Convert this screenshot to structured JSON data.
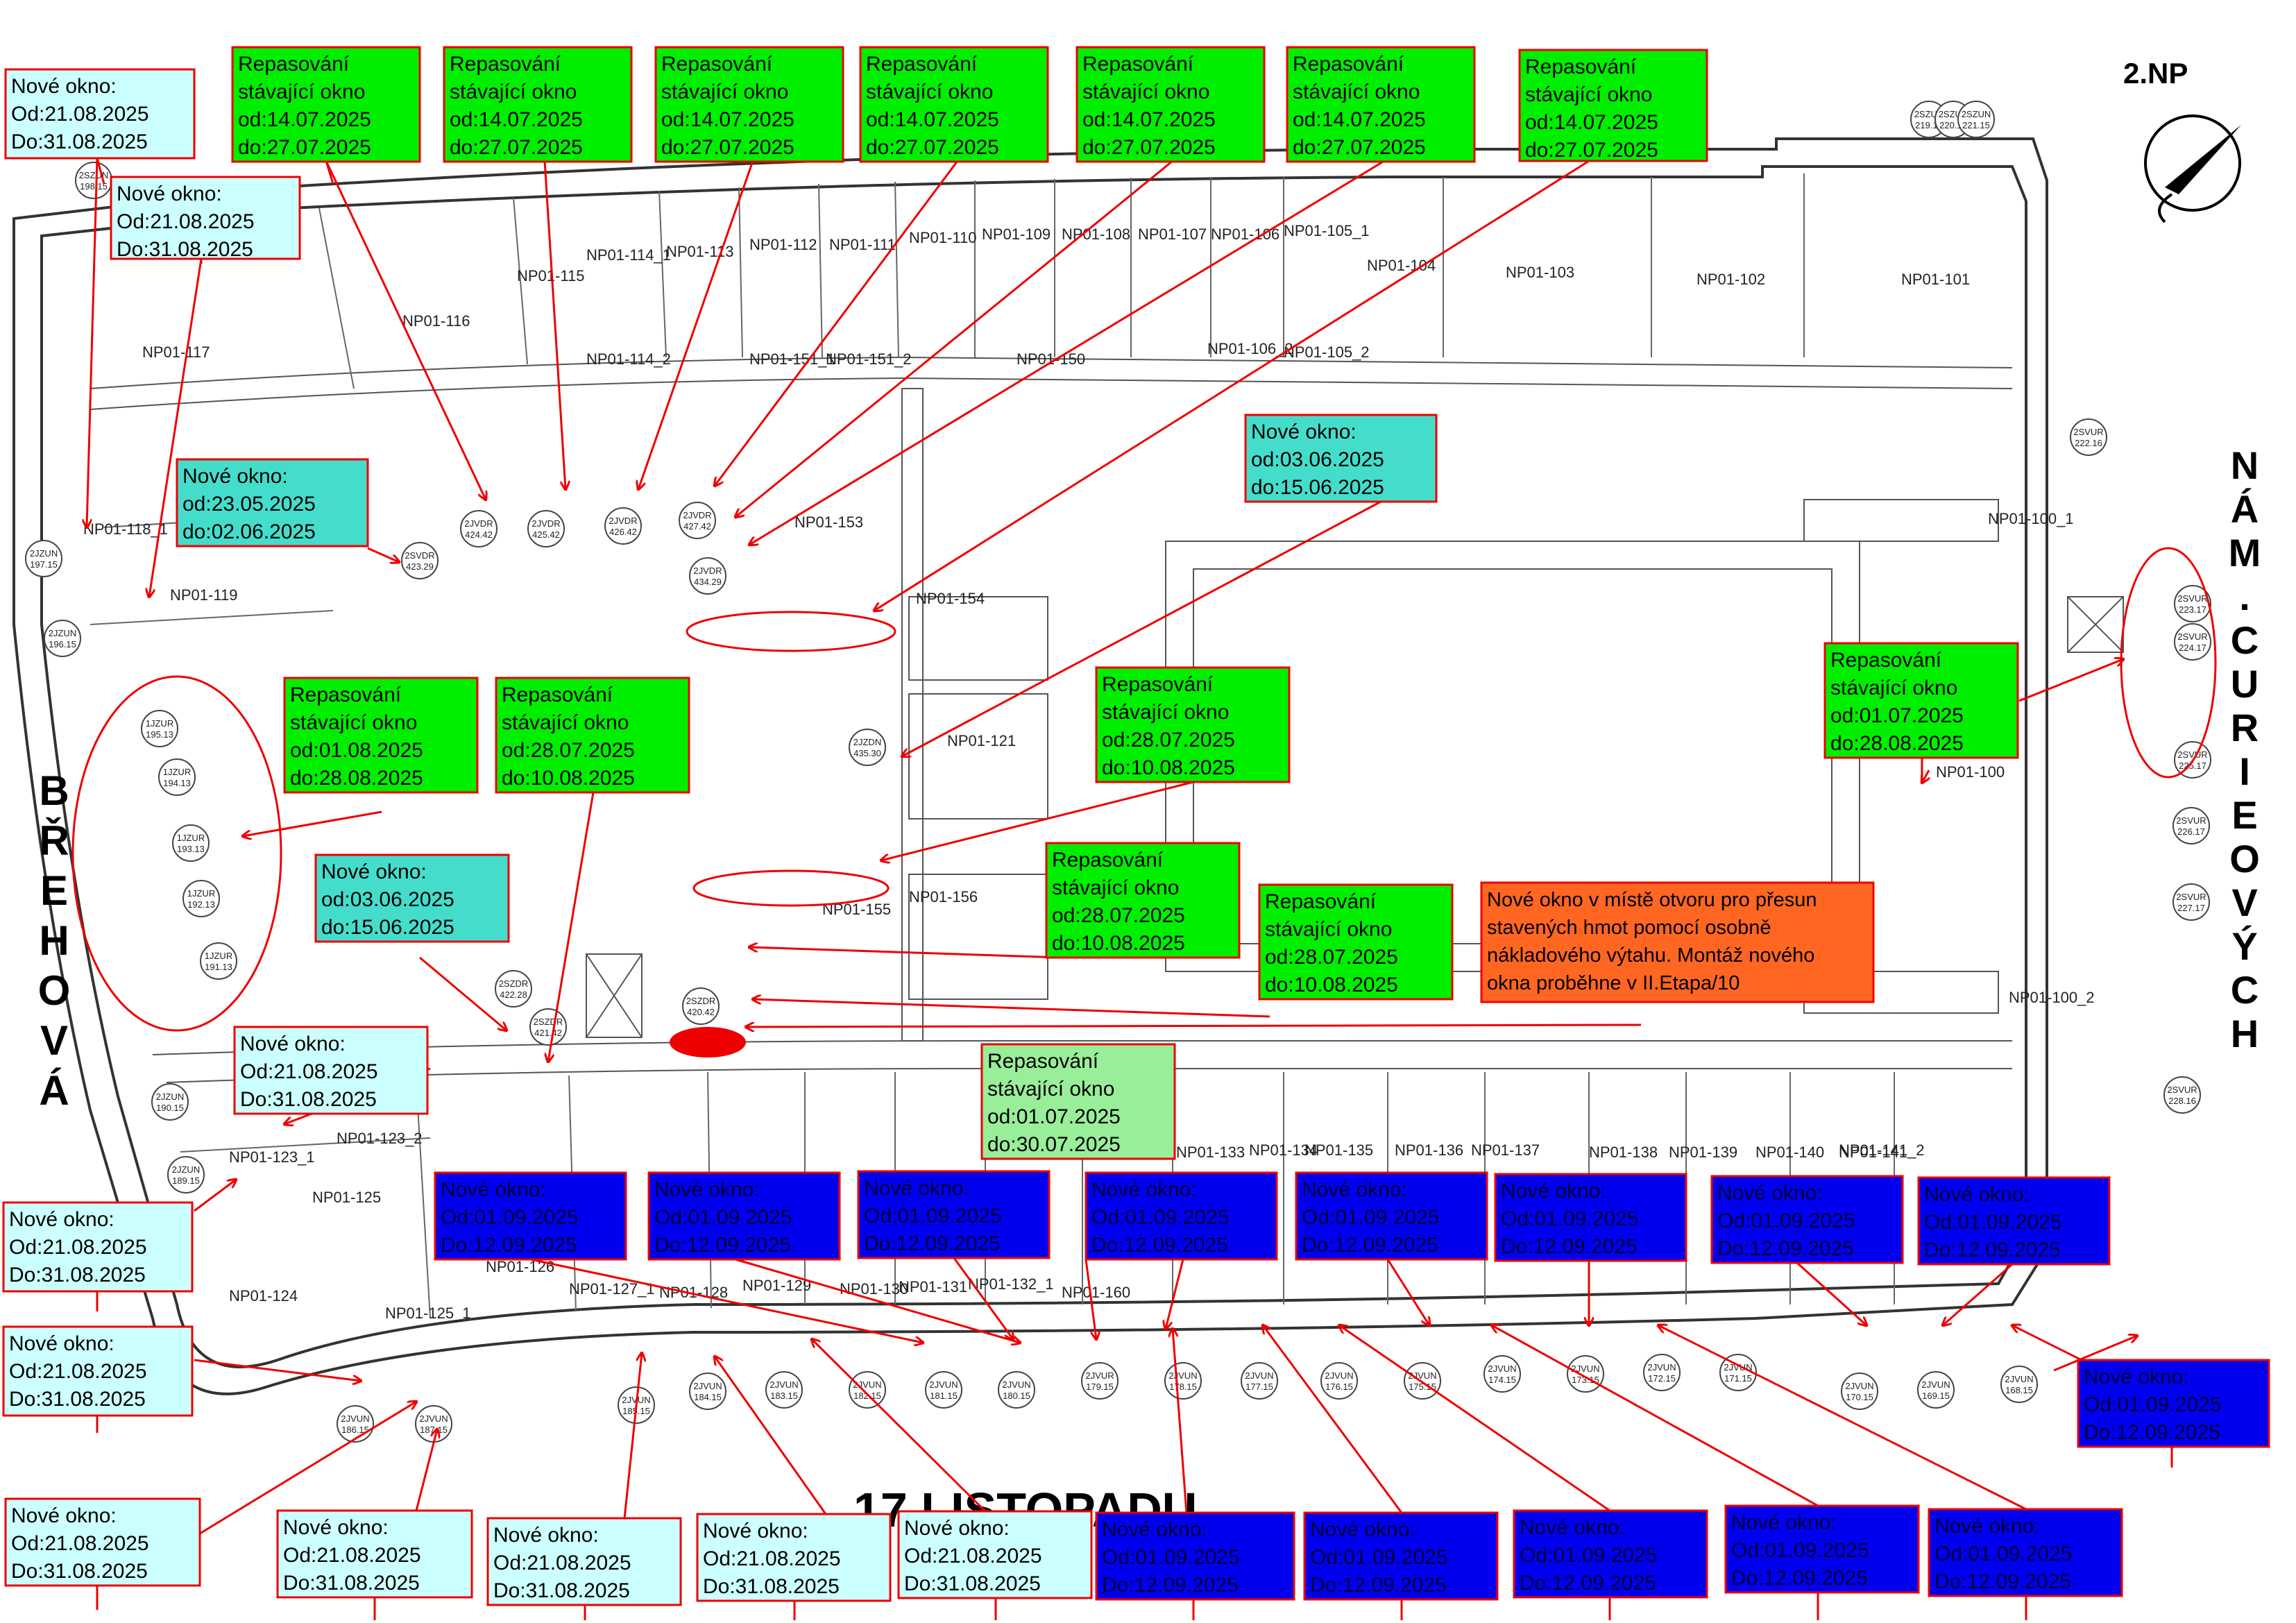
{
  "floor_label": "2.NP",
  "streets": {
    "left": "BŘEHOVÁ",
    "right": "NÁM.CURIEOVÝCH",
    "bottom": "17.LISTOPADU"
  },
  "colors": {
    "repair": "#00ee00",
    "repair_light": "#99ee99",
    "new_cyan": "#ccffff",
    "new_teal": "#44ddcc",
    "new_blue": "#0000ee",
    "special": "#ff6622",
    "arrow": "#ee0000"
  },
  "callouts": [
    {
      "id": "c1",
      "color": "new_cyan",
      "lines": [
        "Nové okno:",
        "Od:21.08.2025",
        "Do:31.08.2025"
      ]
    },
    {
      "id": "c2",
      "color": "new_cyan",
      "lines": [
        "Nové okno:",
        "Od:21.08.2025",
        "Do:31.08.2025"
      ]
    },
    {
      "id": "c3",
      "color": "repair",
      "lines": [
        "Repasování",
        "stávající okno",
        "od:14.07.2025",
        "do:27.07.2025"
      ]
    },
    {
      "id": "c4",
      "color": "repair",
      "lines": [
        "Repasování",
        "stávající okno",
        "od:14.07.2025",
        "do:27.07.2025"
      ]
    },
    {
      "id": "c5",
      "color": "repair",
      "lines": [
        "Repasování",
        "stávající okno",
        "od:14.07.2025",
        "do:27.07.2025"
      ]
    },
    {
      "id": "c6",
      "color": "repair",
      "lines": [
        "Repasování",
        "stávající okno",
        "od:14.07.2025",
        "do:27.07.2025"
      ]
    },
    {
      "id": "c7",
      "color": "repair",
      "lines": [
        "Repasování",
        "stávající okno",
        "od:14.07.2025",
        "do:27.07.2025"
      ]
    },
    {
      "id": "c8",
      "color": "repair",
      "lines": [
        "Repasování",
        "stávající okno",
        "od:14.07.2025",
        "do:27.07.2025"
      ]
    },
    {
      "id": "c9",
      "color": "repair",
      "lines": [
        "Repasování",
        "stávající okno",
        "od:14.07.2025",
        "do:27.07.2025"
      ]
    },
    {
      "id": "c10",
      "color": "new_teal",
      "lines": [
        "Nové okno:",
        "od:23.05.2025",
        "do:02.06.2025"
      ]
    },
    {
      "id": "c11",
      "color": "new_teal",
      "lines": [
        "Nové okno:",
        "od:03.06.2025",
        "do:15.06.2025"
      ]
    },
    {
      "id": "c12",
      "color": "repair",
      "lines": [
        "Repasování",
        "stávající okno",
        "od:01.08.2025",
        "do:28.08.2025"
      ]
    },
    {
      "id": "c13",
      "color": "repair",
      "lines": [
        "Repasování",
        "stávající okno",
        "od:28.07.2025",
        "do:10.08.2025"
      ]
    },
    {
      "id": "c14",
      "color": "repair",
      "lines": [
        "Repasování",
        "stávající okno",
        "od:28.07.2025",
        "do:10.08.2025"
      ]
    },
    {
      "id": "c15",
      "color": "repair",
      "lines": [
        "Repasování",
        "stávající okno",
        "od:01.07.2025",
        "do:28.08.2025"
      ]
    },
    {
      "id": "c16",
      "color": "new_teal",
      "lines": [
        "Nové okno:",
        "od:03.06.2025",
        "do:15.06.2025"
      ]
    },
    {
      "id": "c17",
      "color": "repair",
      "lines": [
        "Repasování",
        "stávající okno",
        "od:28.07.2025",
        "do:10.08.2025"
      ]
    },
    {
      "id": "c18",
      "color": "repair",
      "lines": [
        "Repasování",
        "stávající okno",
        "od:28.07.2025",
        "do:10.08.2025"
      ]
    },
    {
      "id": "c19",
      "color": "special",
      "lines": [
        "Nové okno v místě otvoru pro přesun",
        "stavených hmot pomocí osobně",
        "nákladového výtahu. Montáž nového",
        "okna proběhne v II.Etapa/10"
      ]
    },
    {
      "id": "c20",
      "color": "new_cyan",
      "lines": [
        "Nové okno:",
        "Od:21.08.2025",
        "Do:31.08.2025"
      ]
    },
    {
      "id": "c21",
      "color": "repair_light",
      "lines": [
        "Repasování",
        "stávající okno",
        "od:01.07.2025",
        "do:30.07.2025"
      ]
    },
    {
      "id": "c22",
      "color": "new_cyan",
      "lines": [
        "Nové okno:",
        "Od:21.08.2025",
        "Do:31.08.2025"
      ]
    },
    {
      "id": "c23",
      "color": "new_cyan",
      "lines": [
        "Nové okno:",
        "Od:21.08.2025",
        "Do:31.08.2025"
      ]
    },
    {
      "id": "c24",
      "color": "new_cyan",
      "lines": [
        "Nové okno:",
        "Od:21.08.2025",
        "Do:31.08.2025"
      ]
    },
    {
      "id": "c25",
      "color": "new_blue",
      "lines": [
        "Nové okno:",
        "Od:01.09.2025",
        "Do:12.09.2025"
      ]
    },
    {
      "id": "c26",
      "color": "new_blue",
      "lines": [
        "Nové okno:",
        "Od:01.09.2025",
        "Do:12.09.2025"
      ]
    },
    {
      "id": "c27",
      "color": "new_blue",
      "lines": [
        "Nové okno:",
        "Od:01.09.2025",
        "Do:12.09.2025"
      ]
    },
    {
      "id": "c28",
      "color": "new_blue",
      "lines": [
        "Nové okno:",
        "Od:01.09.2025",
        "Do:12.09.2025"
      ]
    },
    {
      "id": "c29",
      "color": "new_blue",
      "lines": [
        "Nové okno:",
        "Od:01.09.2025",
        "Do:12.09.2025"
      ]
    },
    {
      "id": "c30",
      "color": "new_blue",
      "lines": [
        "Nové okno:",
        "Od:01.09.2025",
        "Do:12.09.2025"
      ]
    },
    {
      "id": "c31",
      "color": "new_blue",
      "lines": [
        "Nové okno:",
        "Od:01.09.2025",
        "Do:12.09.2025"
      ]
    },
    {
      "id": "c32",
      "color": "new_blue",
      "lines": [
        "Nové okno:",
        "Od:01.09.2025",
        "Do:12.09.2025"
      ]
    },
    {
      "id": "c33",
      "color": "new_blue",
      "lines": [
        "Nové okno:",
        "Od:01.09.2025",
        "Do:12.09.2025"
      ]
    },
    {
      "id": "c34",
      "color": "new_cyan",
      "lines": [
        "Nové okno:",
        "Od:21.08.2025",
        "Do:31.08.2025"
      ]
    },
    {
      "id": "c35",
      "color": "new_cyan",
      "lines": [
        "Nové okno:",
        "Od:21.08.2025",
        "Do:31.08.2025"
      ]
    },
    {
      "id": "c36",
      "color": "new_cyan",
      "lines": [
        "Nové okno:",
        "Od:21.08.2025",
        "Do:31.08.2025"
      ]
    },
    {
      "id": "c37",
      "color": "new_cyan",
      "lines": [
        "Nové okno:",
        "Od:21.08.2025",
        "Do:31.08.2025"
      ]
    },
    {
      "id": "c38",
      "color": "new_cyan",
      "lines": [
        "Nové okno:",
        "Od:21.08.2025",
        "Do:31.08.2025"
      ]
    },
    {
      "id": "c39",
      "color": "new_blue",
      "lines": [
        "Nové okno:",
        "Od:01.09.2025",
        "Do:12.09.2025"
      ]
    },
    {
      "id": "c40",
      "color": "new_blue",
      "lines": [
        "Nové okno:",
        "Od:01.09.2025",
        "Do:12.09.2025"
      ]
    },
    {
      "id": "c41",
      "color": "new_blue",
      "lines": [
        "Nové okno:",
        "Od:01.09.2025",
        "Do:12.09.2025"
      ]
    },
    {
      "id": "c42",
      "color": "new_blue",
      "lines": [
        "Nové okno:",
        "Od:01.09.2025",
        "Do:12.09.2025"
      ]
    },
    {
      "id": "c43",
      "color": "new_blue",
      "lines": [
        "Nové okno:",
        "Od:01.09.2025",
        "Do:12.09.2025"
      ]
    }
  ],
  "rooms": [
    "NP01-117",
    "NP01-116",
    "NP01-115",
    "NP01-114_1",
    "NP01-113",
    "NP01-112",
    "NP01-111",
    "NP01-110",
    "NP01-109",
    "NP01-108",
    "NP01-107",
    "NP01-106",
    "NP01-105_1",
    "NP01-104",
    "NP01-103",
    "NP01-102",
    "NP01-101",
    "NP01-114_2",
    "NP01-151_1",
    "NP01-151_2",
    "NP01-150",
    "NP01-106_2",
    "NP01-105_2",
    "NP01-118_1",
    "NP01-119",
    "NP01-153",
    "NP01-154",
    "NP01-121",
    "NP01-156",
    "NP01-155",
    "NP01-100_1",
    "NP01-100",
    "NP01-100_2",
    "NP01-123_2",
    "NP01-123_1",
    "NP01-125",
    "NP01-124",
    "NP01-125_1",
    "NP01-126",
    "NP01-127_1",
    "NP01-128",
    "NP01-129",
    "NP01-130",
    "NP01-131",
    "NP01-132_1",
    "NP01-160",
    "NP01-133",
    "NP01-134",
    "NP01-135",
    "NP01-136",
    "NP01-137",
    "NP01-138",
    "NP01-139",
    "NP01-140",
    "NP01-141",
    "NP01-141_2"
  ],
  "window_tags": [
    "2SZUN 198.15",
    "2JZUN 197.15",
    "2JZUN 196.15",
    "1JZUR 195.13",
    "1JZUR 194.13",
    "1JZUR 193.13",
    "1JZUR 192.13",
    "1JZUR 191.13",
    "2JZUN 190.15",
    "2JZUN 189.15",
    "2JVDR 424.42",
    "2JVDR 425.42",
    "2JVDR 426.42",
    "2JVDR 427.42",
    "2JVDR 434.29",
    "2SVDR 423.29",
    "2SZDR 422.28",
    "2SZDR 421.42",
    "2SZDR 420.42",
    "2JZDN 435.30",
    "2JVUN 186.15",
    "2JVUN 187.15",
    "2JVUN 185.15",
    "2JVUN 184.15",
    "2JVUN 183.15",
    "2JVUN 182.15",
    "2JVUN 181.15",
    "2JVUN 180.15",
    "2JVUR 179.15",
    "2JVUN 178.15",
    "2JVUN 177.15",
    "2JVUN 176.15",
    "2JVUN 175.15",
    "2JVUN 174.15",
    "2JVUN 173.15",
    "2JVUN 172.15",
    "2JVUN 171.15",
    "2JVUN 170.15",
    "2JVUN 169.15",
    "2JVUN 168.15",
    "2SVUR 222.16",
    "2SVUR 223.17",
    "2SVUR 224.17",
    "2SVUR 225.17",
    "2SVUR 226.17",
    "2SVUR 227.17",
    "2SVUR 228.16",
    "2SZUN 219.15",
    "2SZUN 220.15",
    "2SZUN 221.15"
  ]
}
